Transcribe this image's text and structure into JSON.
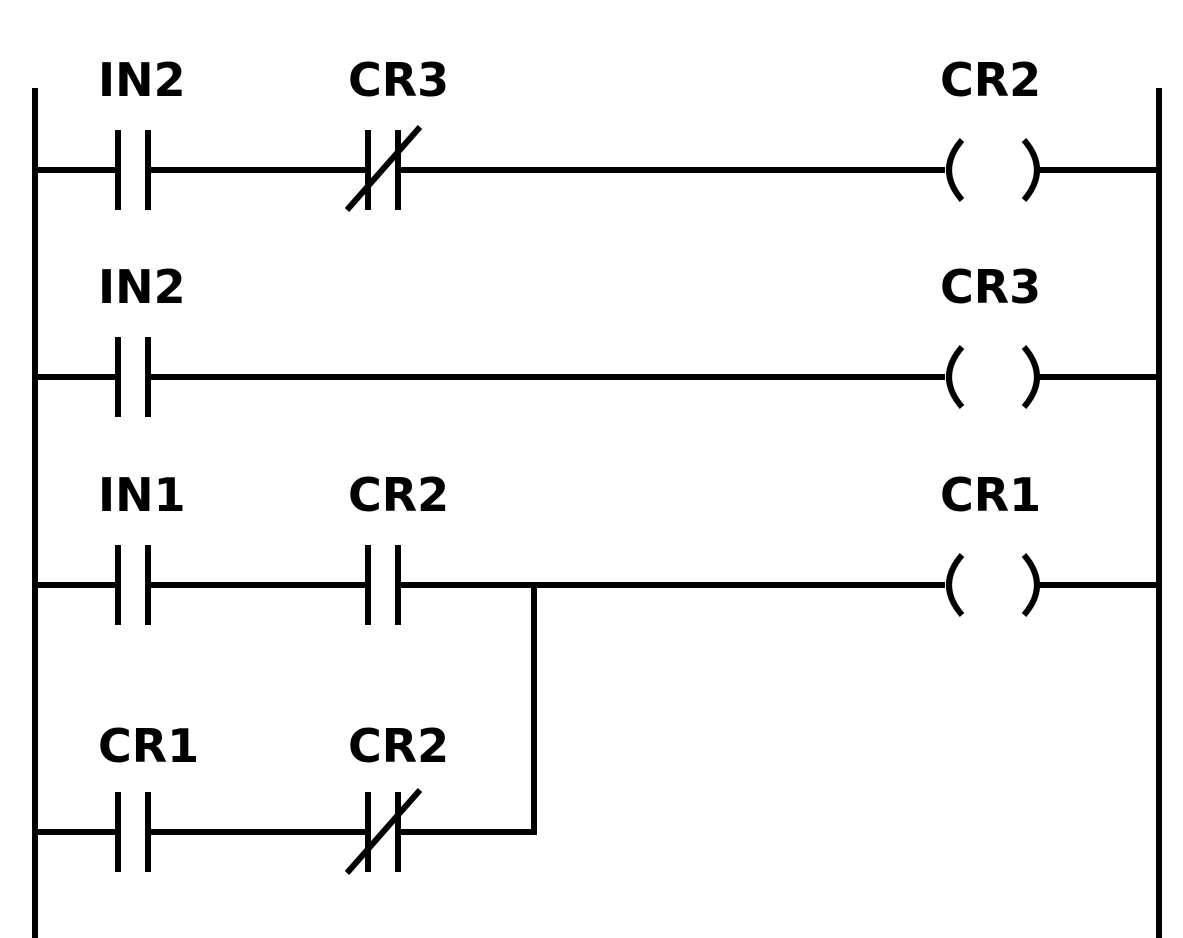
{
  "ink_color": "#000000",
  "background_color": "#ffffff",
  "rungs": [
    {
      "contacts": [
        {
          "label": "IN2",
          "type": "NO"
        },
        {
          "label": "CR3",
          "type": "NC"
        }
      ],
      "coil": {
        "label": "CR2",
        "type": "coil"
      }
    },
    {
      "contacts": [
        {
          "label": "IN2",
          "type": "NO"
        }
      ],
      "coil": {
        "label": "CR3",
        "type": "coil"
      }
    },
    {
      "contacts": [
        {
          "label": "IN1",
          "type": "NO"
        },
        {
          "label": "CR2",
          "type": "NO"
        }
      ],
      "coil": {
        "label": "CR1",
        "type": "coil"
      },
      "parallel_branch": {
        "contacts": [
          {
            "label": "CR1",
            "type": "NO"
          },
          {
            "label": "CR2",
            "type": "NC"
          }
        ]
      }
    }
  ]
}
